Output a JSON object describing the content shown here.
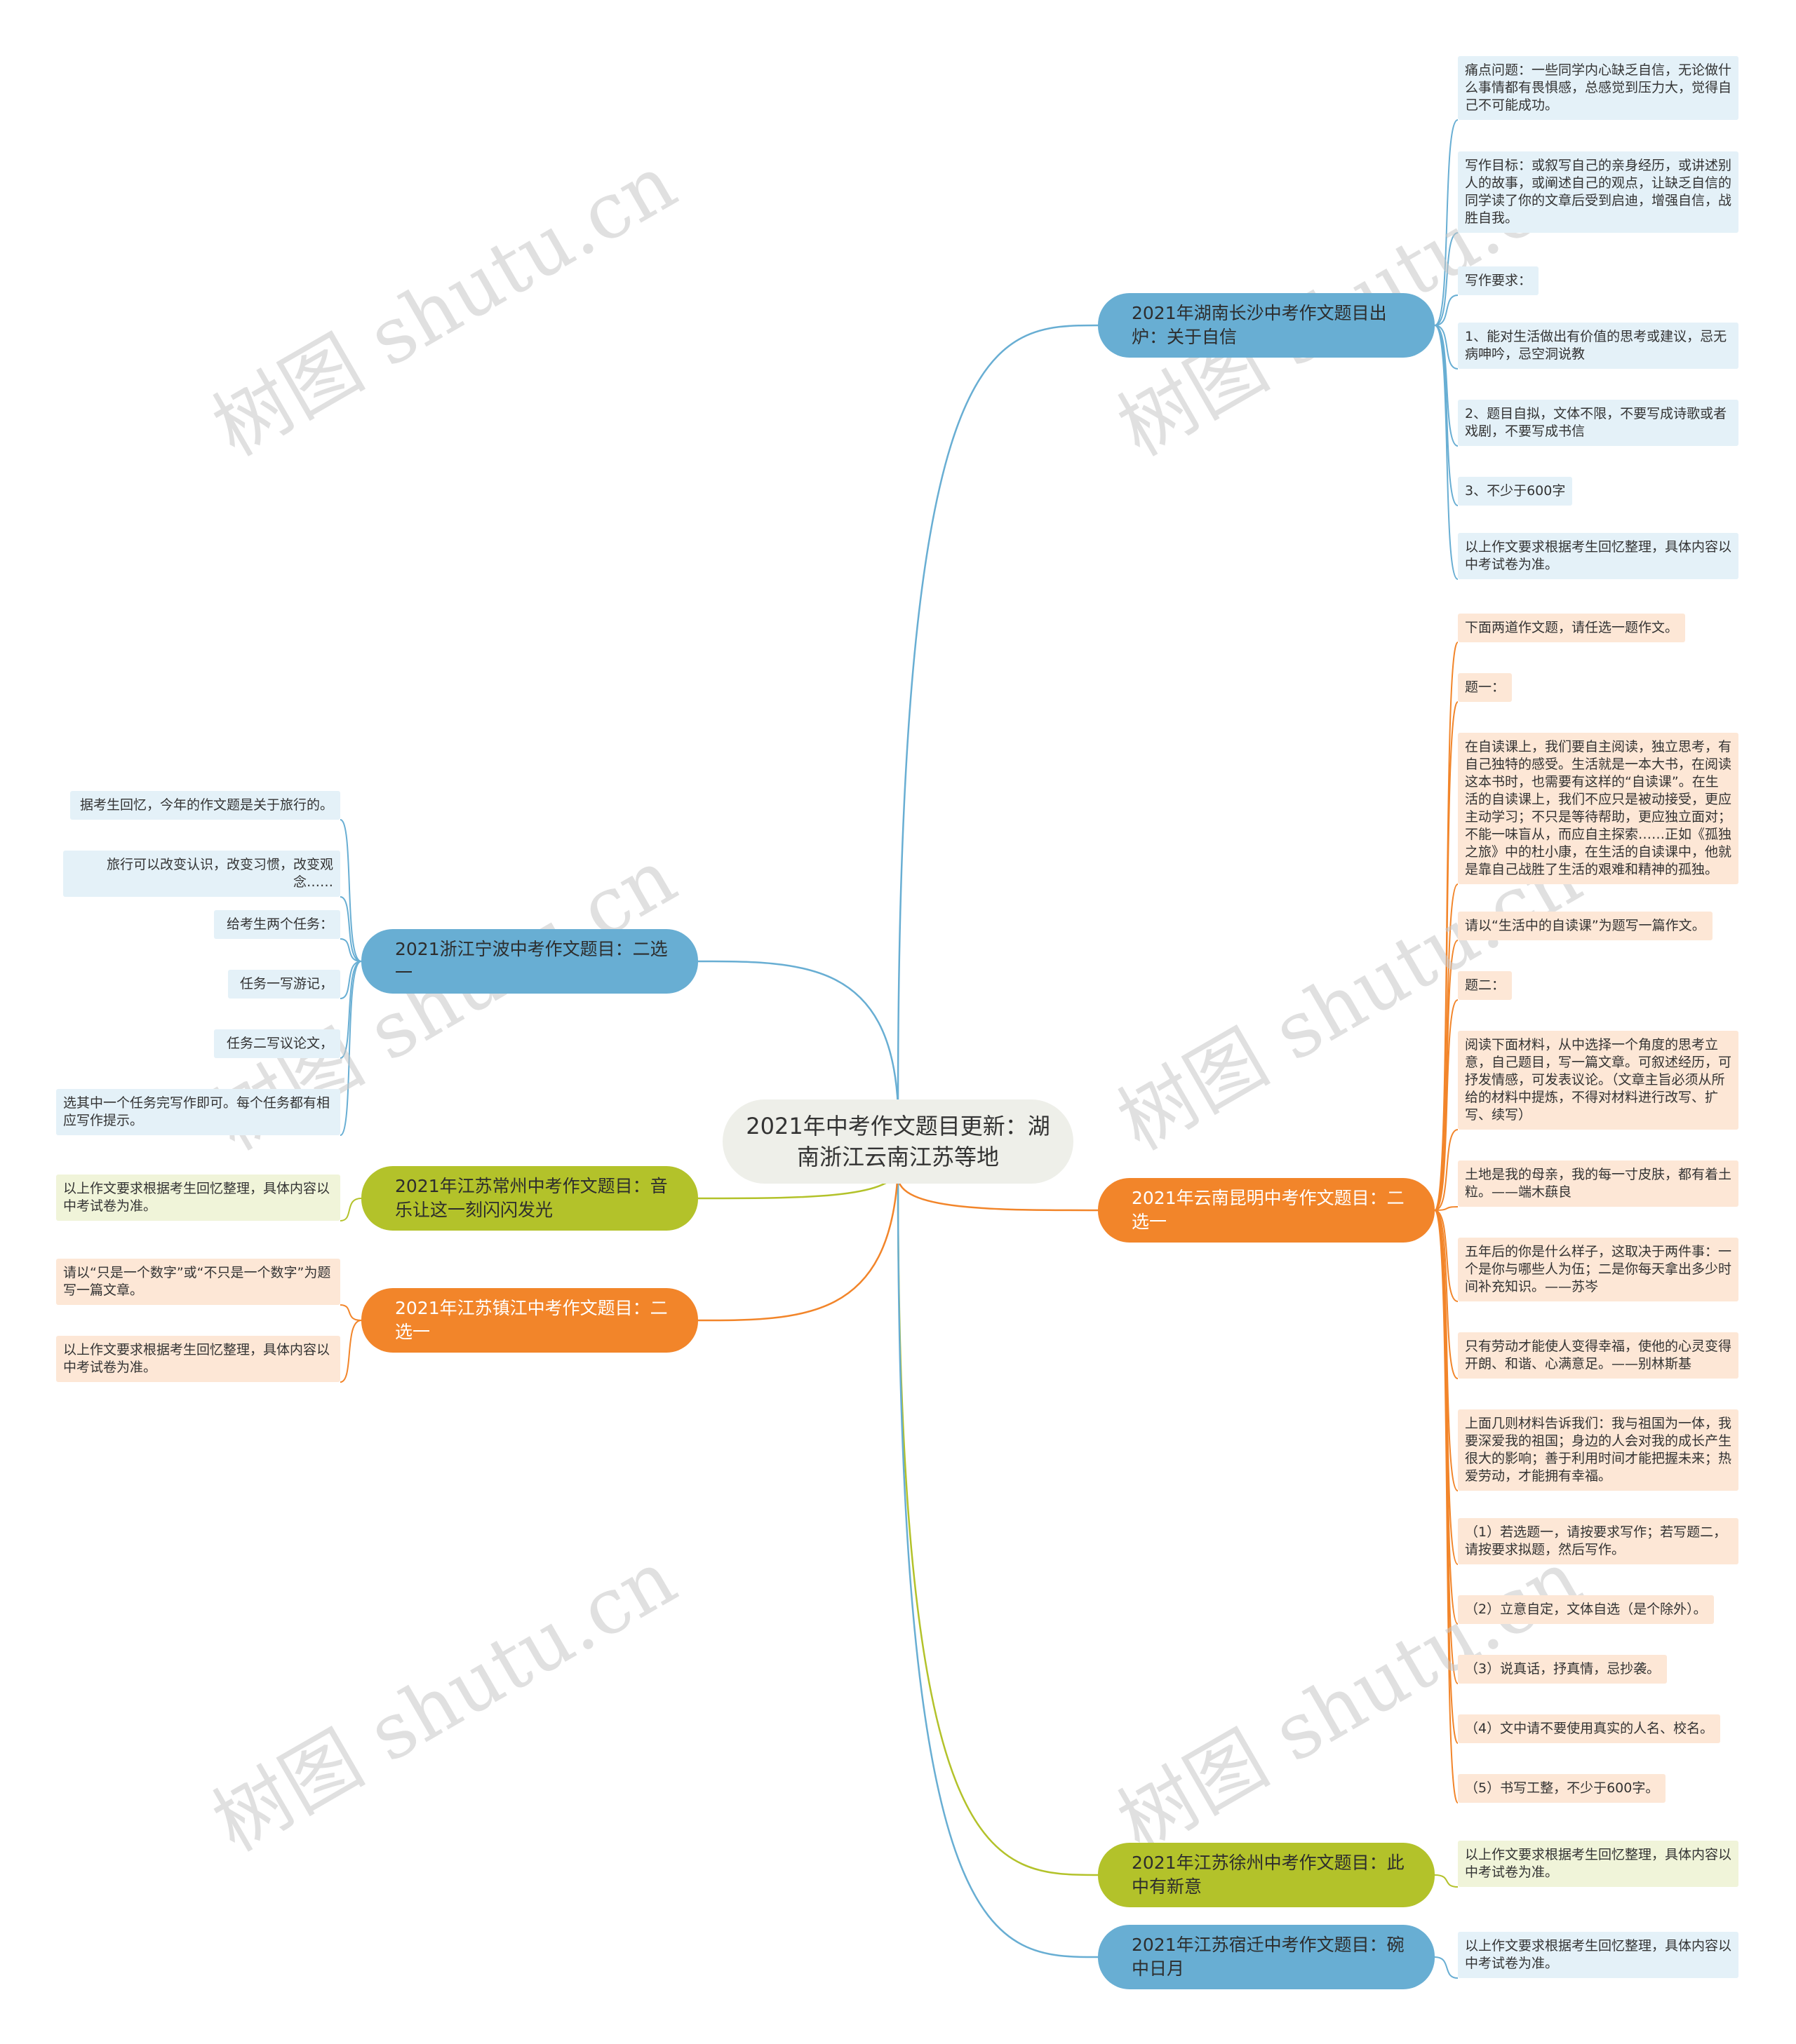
{
  "watermark": "树图 shutu.cn",
  "colors": {
    "blue": "#68aed3",
    "orange": "#f2852a",
    "olive": "#b3c22a"
  },
  "root": "2021年中考作文题目更新：湖南浙江云南江苏等地",
  "branches": {
    "changsha": {
      "title": "2021年湖南长沙中考作文题目出炉：关于自信",
      "leaves": [
        "痛点问题：一些同学内心缺乏自信，无论做什么事情都有畏惧感，总感觉到压力大，觉得自己不可能成功。",
        "写作目标：或叙写自己的亲身经历，或讲述别人的故事，或阐述自己的观点，让缺乏自信的同学读了你的文章后受到启迪，增强自信，战胜自我。",
        "写作要求：",
        "1、能对生活做出有价值的思考或建议，忌无病呻吟，忌空洞说教",
        "2、题目自拟，文体不限，不要写成诗歌或者戏剧，不要写成书信",
        "3、不少于600字",
        "以上作文要求根据考生回忆整理，具体内容以中考试卷为准。"
      ]
    },
    "kunming": {
      "title": "2021年云南昆明中考作文题目：二选一",
      "leaves": [
        "下面两道作文题，请任选一题作文。",
        "题一：",
        "在自读课上，我们要自主阅读，独立思考，有自己独特的感受。生活就是一本大书，在阅读这本书时，也需要有这样的“自读课”。在生活的自读课上，我们不应只是被动接受，更应主动学习；不只是等待帮助，更应独立面对；不能一味盲从，而应自主探索……正如《孤独之旅》中的杜小康，在生活的自读课中，他就是靠自己战胜了生活的艰难和精神的孤独。",
        "请以“生活中的自读课”为题写一篇作文。",
        "题二：",
        "阅读下面材料，从中选择一个角度的思考立意，自己题目，写一篇文章。可叙述经历，可抒发情感，可发表议论。（文章主旨必须从所给的材料中提炼，不得对材料进行改写、扩写、续写）",
        "土地是我的母亲，我的每一寸皮肤，都有着土粒。——端木蕻良",
        "五年后的你是什么样子，这取决于两件事：一个是你与哪些人为伍；二是你每天拿出多少时间补充知识。——苏岑",
        "只有劳动才能使人变得幸福，使他的心灵变得开朗、和谐、心满意足。——别林斯基",
        "上面几则材料告诉我们：我与祖国为一体，我要深爱我的祖国；身边的人会对我的成长产生很大的影响；善于利用时间才能把握未来；热爱劳动，才能拥有幸福。",
        "（1）若选题一，请按要求写作；若写题二，请按要求拟题，然后写作。",
        "（2）立意自定，文体自选（是个除外）。",
        "（3）说真话，抒真情，忌抄袭。",
        "（4）文中请不要使用真实的人名、校名。",
        "（5）书写工整，不少于600字。"
      ]
    },
    "xuzhou": {
      "title": "2021年江苏徐州中考作文题目：此中有新意",
      "leaves": [
        "以上作文要求根据考生回忆整理，具体内容以中考试卷为准。"
      ]
    },
    "suqian": {
      "title": "2021年江苏宿迁中考作文题目：碗中日月",
      "leaves": [
        "以上作文要求根据考生回忆整理，具体内容以中考试卷为准。"
      ]
    },
    "ningbo": {
      "title": "2021浙江宁波中考作文题目：二选一",
      "leaves": [
        "据考生回忆，今年的作文题是关于旅行的。",
        "旅行可以改变认识，改变习惯，改变观念……",
        "给考生两个任务：",
        "任务一写游记，",
        "任务二写议论文，",
        "选其中一个任务完写作即可。每个任务都有相应写作提示。"
      ]
    },
    "changzhou": {
      "title": "2021年江苏常州中考作文题目：音乐让这一刻闪闪发光",
      "leaves": [
        "以上作文要求根据考生回忆整理，具体内容以中考试卷为准。"
      ]
    },
    "zhenjiang": {
      "title": "2021年江苏镇江中考作文题目：二选一",
      "leaves": [
        "请以“只是一个数字”或“不只是一个数字”为题写一篇文章。",
        "以上作文要求根据考生回忆整理，具体内容以中考试卷为准。"
      ]
    }
  }
}
